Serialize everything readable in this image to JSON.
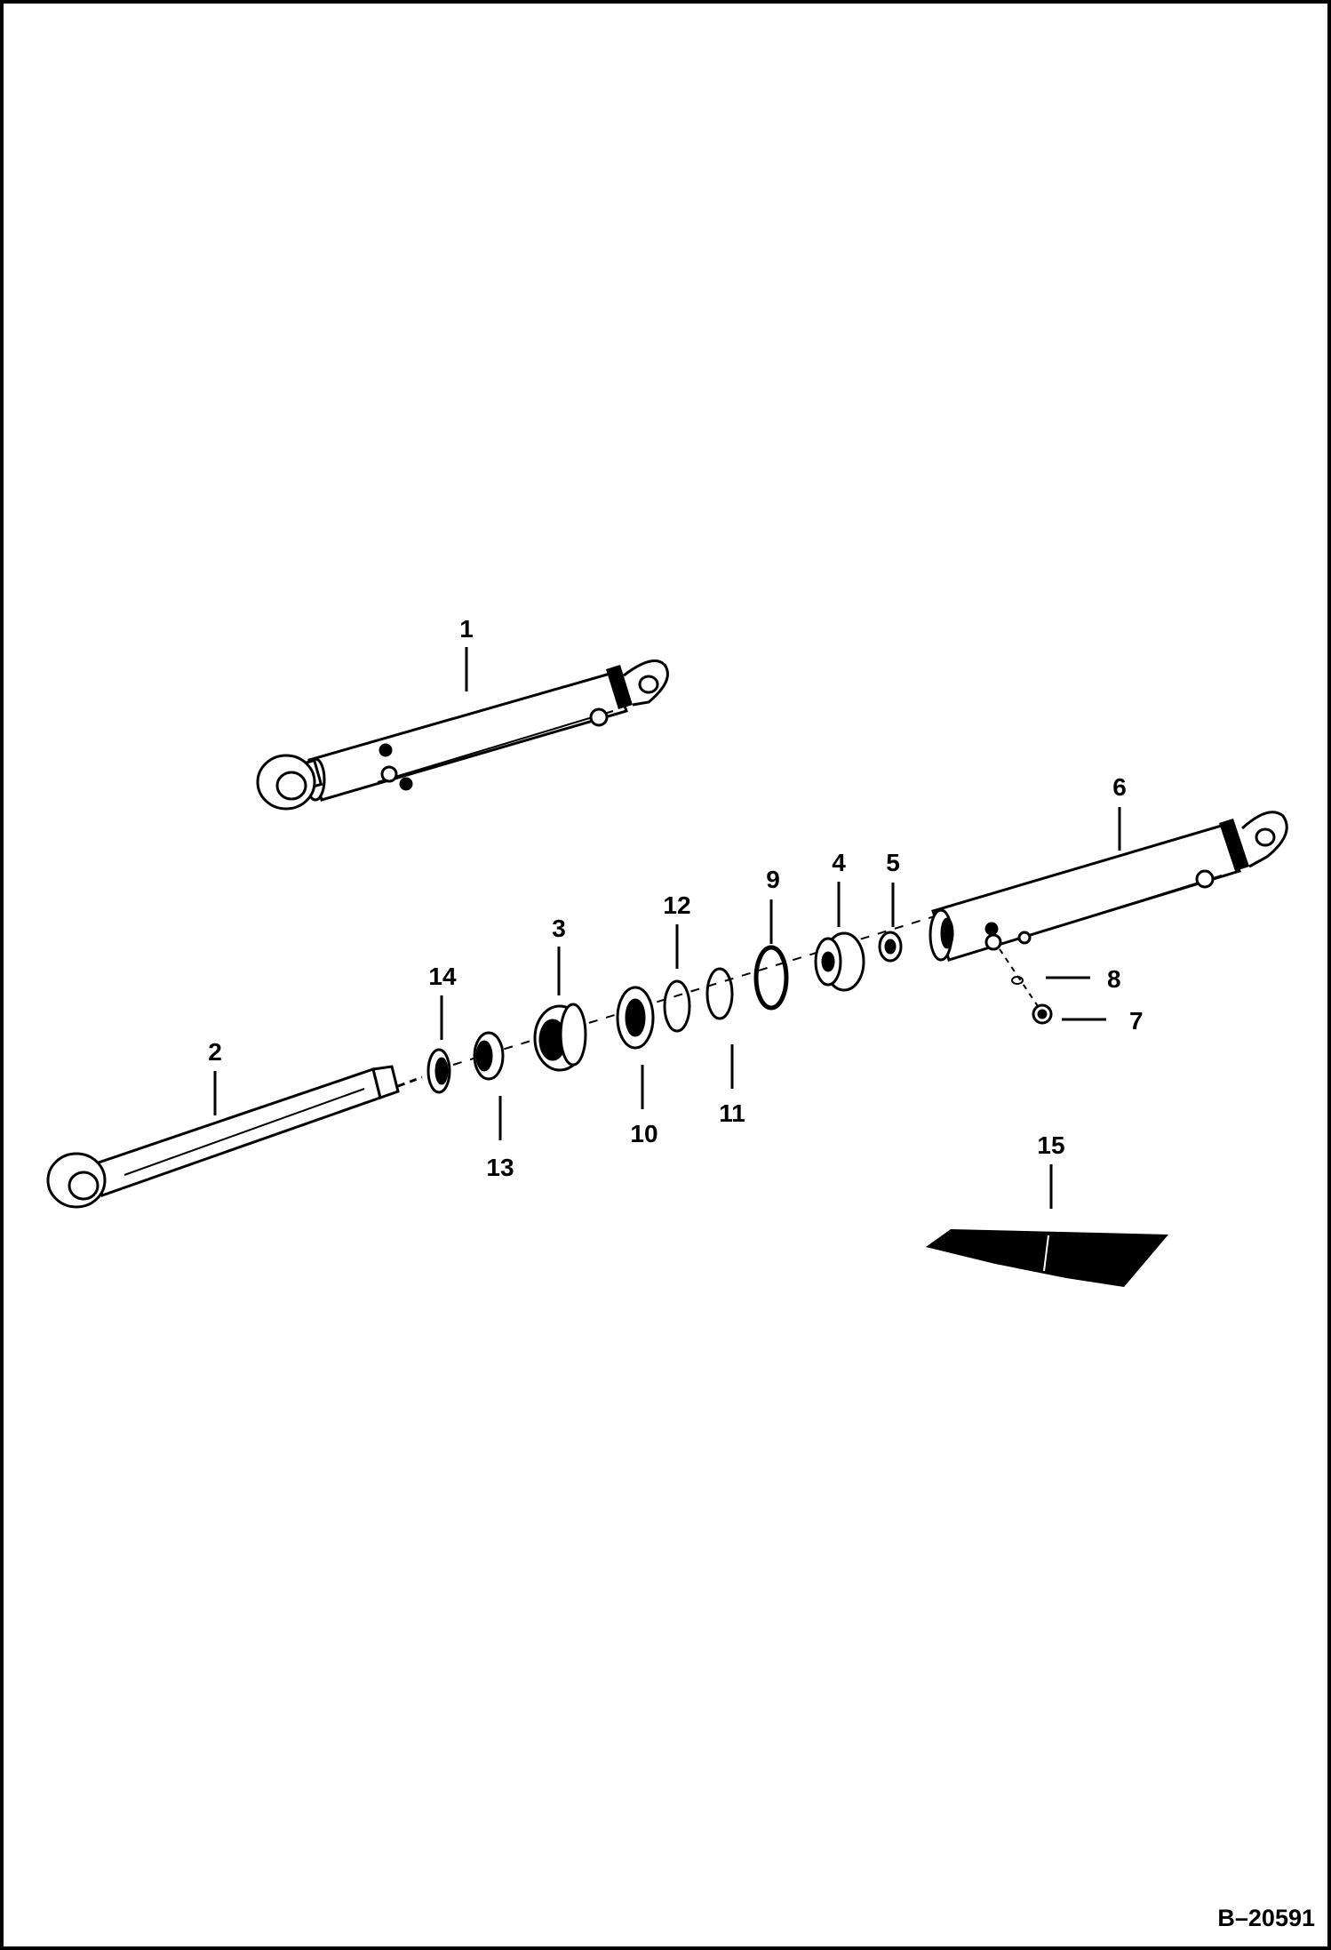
{
  "drawing_number": "B–20591",
  "callouts": {
    "p1": "1",
    "p2": "2",
    "p3": "3",
    "p4": "4",
    "p5": "5",
    "p6": "6",
    "p7": "7",
    "p8": "8",
    "p9": "9",
    "p10": "10",
    "p11": "11",
    "p12": "12",
    "p13": "13",
    "p14": "14",
    "p15": "15"
  }
}
